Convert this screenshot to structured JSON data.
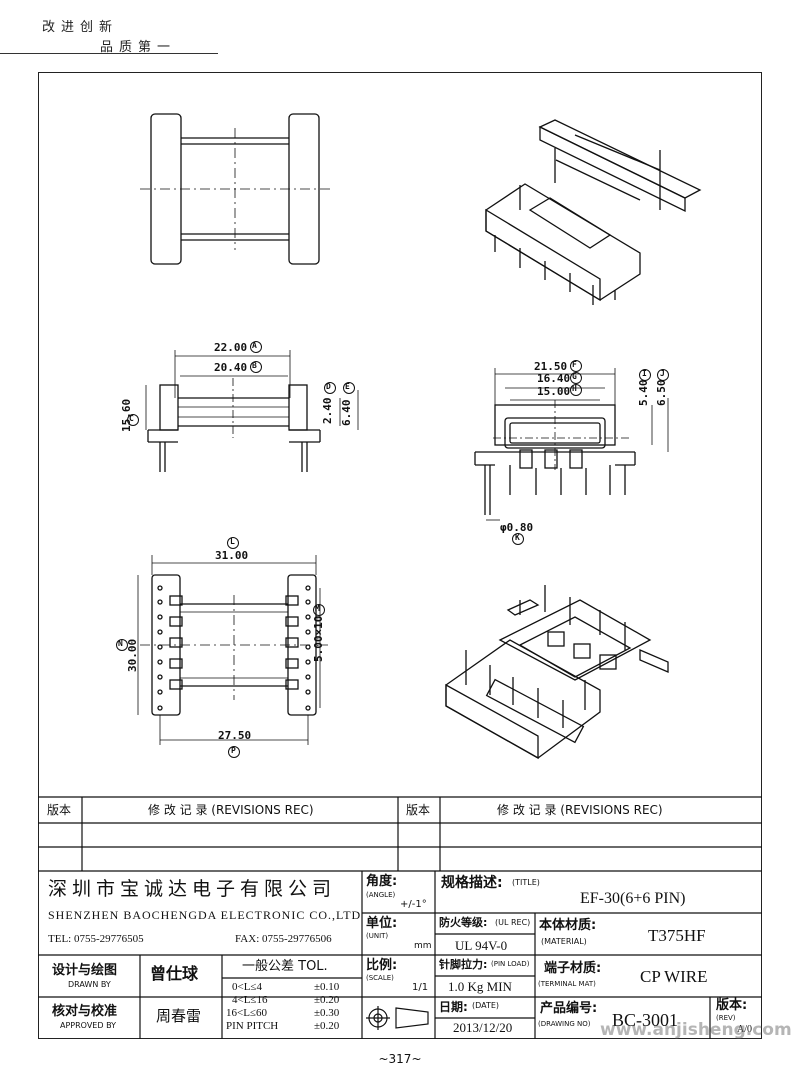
{
  "header": {
    "slogan_line1": "改进创新",
    "slogan_line2": "品质第一"
  },
  "dimensions": {
    "A": {
      "value": "22.00",
      "letter": "A"
    },
    "B": {
      "value": "20.40",
      "letter": "B"
    },
    "C": {
      "value": "15.60",
      "letter": "C"
    },
    "D": {
      "value": "2.40",
      "letter": "D"
    },
    "E": {
      "value": "6.40",
      "letter": "E"
    },
    "F": {
      "value": "21.50",
      "letter": "F"
    },
    "G": {
      "value": "16.40",
      "letter": "G"
    },
    "H": {
      "value": "15.00",
      "letter": "H"
    },
    "I": {
      "value": "5.40",
      "letter": "I"
    },
    "J": {
      "value": "6.50",
      "letter": "J"
    },
    "K": {
      "value": "φ0.80",
      "letter": "K"
    },
    "L": {
      "value": "31.00",
      "letter": "L"
    },
    "M": {
      "value": "5.00×10",
      "letter": "M"
    },
    "N": {
      "value": "30.00",
      "letter": "N"
    },
    "P": {
      "value": "27.50",
      "letter": "P"
    }
  },
  "revisions": {
    "col_version": "版本",
    "col_record": "修 改 记 录 (REVISIONS REC)"
  },
  "title_block": {
    "company_cn": "深圳市宝诚达电子有限公司",
    "company_en": "SHENZHEN BAOCHENGDA ELECTRONIC CO.,LTD",
    "tel": "TEL: 0755-29776505",
    "fax": "FAX: 0755-29776506",
    "angle_label": "角度:",
    "angle_en": "(ANGLE)",
    "angle_value": "+/-1°",
    "unit_label": "单位:",
    "unit_en": "(UNIT)",
    "unit_value": "mm",
    "scale_label": "比例:",
    "scale_en": "(SCALE)",
    "scale_value": "1/1",
    "title_label": "规格描述:",
    "title_en": "(TITLE)",
    "title_value": "EF-30(6+6 PIN)",
    "ul_label": "防火等级:",
    "ul_en": "(UL REC)",
    "ul_value": "UL 94V-0",
    "material_label": "本体材质:",
    "material_en": "(MATERIAL)",
    "material_value": "T375HF",
    "pin_load_label": "针脚拉力:",
    "pin_load_en": "(PIN LOAD)",
    "pin_load_value": "1.0 Kg MIN",
    "terminal_label": "端子材质:",
    "terminal_en": "(TERMINAL MAT)",
    "terminal_value": "CP WIRE",
    "date_label": "日期:",
    "date_en": "(DATE)",
    "date_value": "2013/12/20",
    "drawing_no_label": "产品编号:",
    "drawing_no_en": "(DRAWING NO)",
    "drawing_no_value": "BC-3001",
    "rev_label": "版本:",
    "rev_en": "(REV)",
    "rev_value": "A/0",
    "drawn_label": "设计与绘图",
    "drawn_en": "DRAWN BY",
    "drawn_value": "曾仕球",
    "approved_label": "核对与校准",
    "approved_en": "APPROVED BY",
    "approved_value": "周春雷",
    "tol_title": "一般公差 TOL.",
    "tol_rows": [
      {
        "range": "0<L≤4",
        "value": "±0.10"
      },
      {
        "range": "4<L≤16",
        "value": "±0.20"
      },
      {
        "range": "16<L≤60",
        "value": "±0.30"
      },
      {
        "range": "PIN PITCH",
        "value": "±0.20"
      }
    ]
  },
  "watermark": "www.anjisheng.com",
  "page_number": "~317~"
}
